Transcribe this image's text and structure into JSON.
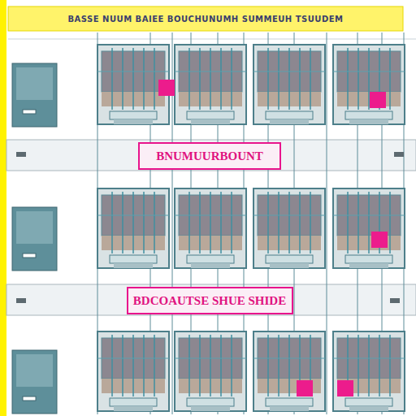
{
  "diagram": {
    "title": "BASSE NUUM BAIEE BOUCHUNUMH SUMMEUH TSUUDEM",
    "nodes": [
      {
        "text": [
          "BNUMUURBOUNT"
        ]
      },
      {
        "text": [
          "BDCOAUTSE SHUE SHIDE"
        ]
      }
    ]
  }
}
